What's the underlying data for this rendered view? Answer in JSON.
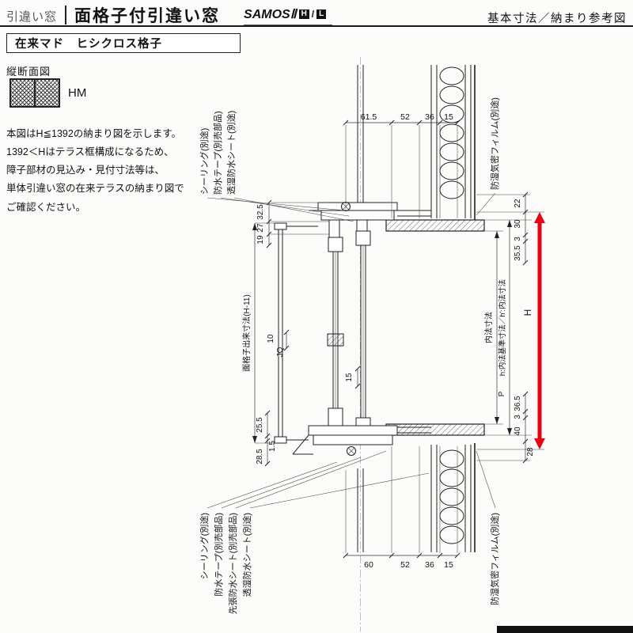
{
  "header": {
    "category": "引違い窓",
    "title": "面格子付引違い窓",
    "brand": "SAMOSⅡ",
    "badge_h": "H",
    "badge_slash": "/",
    "badge_l": "L",
    "right_note": "基本寸法／納まり参考図"
  },
  "subheader": {
    "label": "在来マド　ヒシクロス格子"
  },
  "left_panel": {
    "view_label": "縦断面図",
    "icon_label": "HM",
    "note_lines": [
      "本図はH≦1392の納まり図を示します。",
      "1392＜Hはテラス框構成になるため、",
      "障子部材の見込み・見付寸法等は、",
      "単体引違い窓の在来テラスの納まり図で",
      "ご確認ください。"
    ]
  },
  "drawing": {
    "callouts_top_left": [
      "シーリング(別途)",
      "防水テープ(別売部品)",
      "透湿防水シート(別途)"
    ],
    "callout_top_right": "防湿気密フィルム(別途)",
    "callouts_bottom_left": [
      "シーリング(別途)",
      "防水テープ(別売部品)",
      "先張防水シート(別売部品)",
      "透湿防水シート(別途)"
    ],
    "callout_bottom_right": "防湿気密フィルム(別途)",
    "dims_top": [
      "61.5",
      "52",
      "36",
      "15"
    ],
    "dims_bottom": [
      "60",
      "52",
      "36",
      "15"
    ],
    "dims_left_top": [
      "32.5",
      "27",
      "19"
    ],
    "dims_left_bottom": [
      "25.5",
      "1.5",
      "28.5"
    ],
    "dims_right_top": [
      "22",
      "30",
      "3",
      "35.5"
    ],
    "dims_right_bottom": [
      "36.5",
      "3",
      "40",
      "28"
    ],
    "dim_mid": "15",
    "dim_jq_value": "10",
    "dim_jq_label": "JQ",
    "dim_p": "P",
    "label_grille_dim": "面格子出来寸法(H-11)",
    "label_inner_dim": "内法寸法",
    "label_base_dim": "h:内法基準寸法／h':内法寸法",
    "label_h": "H",
    "accent_red": "#e60012"
  }
}
